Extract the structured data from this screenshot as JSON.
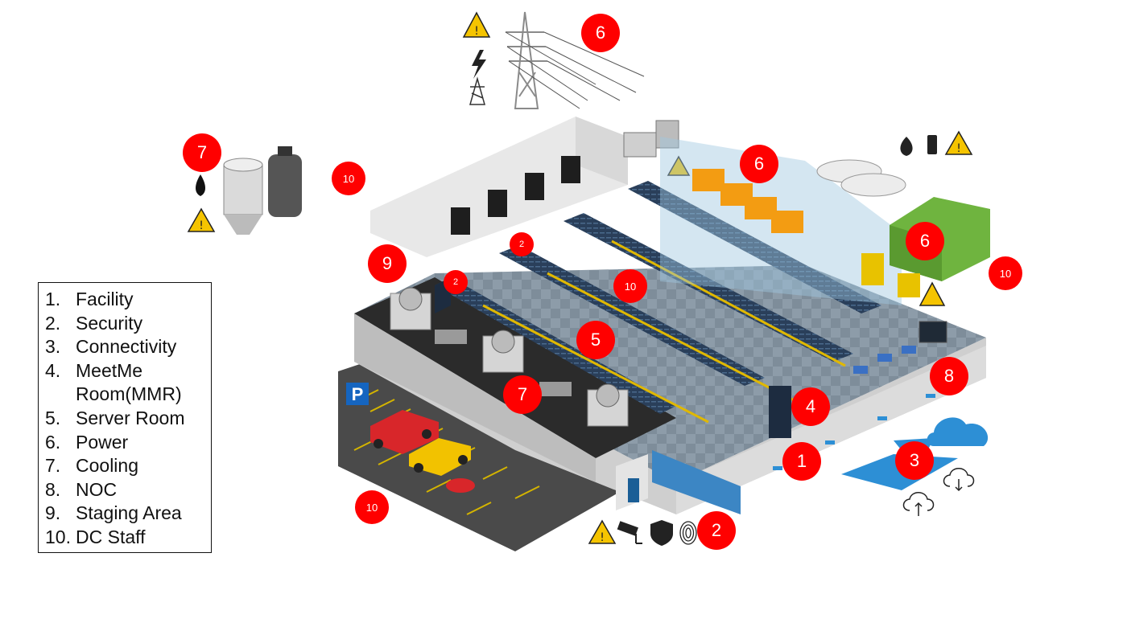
{
  "legend": {
    "items": [
      {
        "num": "1.",
        "label": "Facility"
      },
      {
        "num": "2.",
        "label": "Security"
      },
      {
        "num": "3.",
        "label": "Connectivity"
      },
      {
        "num": "4.",
        "label": "MeetMe Room(MMR)"
      },
      {
        "num": "5.",
        "label": "Server Room"
      },
      {
        "num": "6.",
        "label": "Power"
      },
      {
        "num": "7.",
        "label": "Cooling"
      },
      {
        "num": "8.",
        "label": "NOC"
      },
      {
        "num": "9.",
        "label": "Staging Area"
      },
      {
        "num": "10.",
        "label": "DC Staff"
      }
    ]
  },
  "badges": {
    "facility": "1",
    "security_main": "2",
    "security_cam_a": "2",
    "security_cam_b": "2",
    "connectivity": "3",
    "mmr": "4",
    "server_room": "5",
    "power_grid": "6",
    "power_generators": "6",
    "power_containers": "6",
    "cooling_tanks": "7",
    "cooling_roof": "7",
    "noc": "8",
    "staging": "9",
    "staff_tanks": "10",
    "staff_server": "10",
    "staff_power": "10",
    "staff_parking": "10"
  },
  "parking_sign": "P",
  "colors": {
    "badge_red": "#ff0000",
    "rack_blue": "#2a3f5a",
    "hazard_yellow": "#f5c400",
    "generator_orange": "#f39c12",
    "container_green": "#6fb43f",
    "cloud_blue": "#2d8fd5"
  }
}
